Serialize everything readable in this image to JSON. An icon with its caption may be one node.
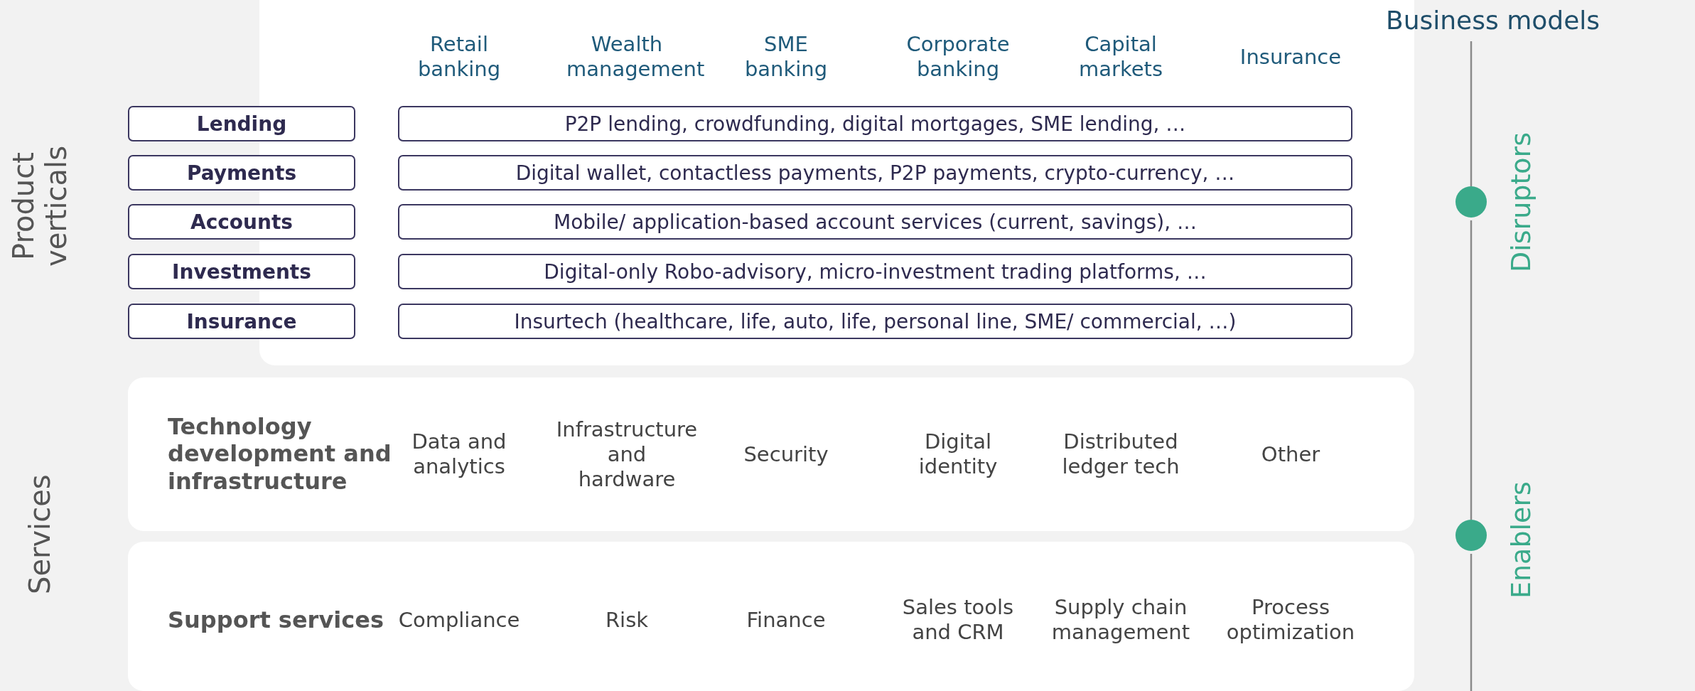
{
  "diagram": {
    "nodes": [
      {
        "text": [
          "Retail banking",
          "Wealth management",
          "SME banking",
          "Corporate banking",
          "Capital markets",
          "Insurance"
        ]
      },
      {
        "text": [
          "Lending"
        ]
      },
      {
        "text": [
          "P2P lending, crowdfunding, digital mortgages, SME lending, …"
        ],
        "in": 0
      },
      {
        "text": [
          "Payments"
        ]
      },
      {
        "text": [
          "Digital wallet, contactless payments, P2P payments, crypto-currency, …"
        ],
        "in": 0
      },
      {
        "text": [
          "Accounts"
        ]
      },
      {
        "text": [
          "Mobile/ application-based account services (current, savings), …"
        ],
        "in": 0
      },
      {
        "text": [
          "Investments"
        ]
      },
      {
        "text": [
          "Digital-only Robo-advisory, micro-investment trading platforms, …"
        ],
        "in": 0
      },
      {
        "text": [
          "Insurance"
        ]
      },
      {
        "text": [
          "Insurtech (healthcare, life, auto, life, personal line, SME/ commercial, …)"
        ],
        "in": 0
      },
      {
        "text": [
          "Technology development and infrastructure",
          "Data and analytics",
          "Infrastructure and hardware",
          "Security",
          "Digital identity",
          "Distributed ledger tech",
          "Other"
        ]
      },
      {
        "text": [
          "Support services",
          "Compliance",
          "Risk",
          "Finance",
          "Sales tools and CRM",
          "Supply chain management",
          "Process optimization"
        ]
      },
      {
        "text": [
          "Business models"
        ]
      },
      {
        "text": [],
        "shape": "circle",
        "beside": [
          "Disruptors"
        ]
      },
      {
        "text": [],
        "shape": "circle",
        "beside": [
          "Enablers"
        ]
      }
    ],
    "edges": [
      {
        "from": 13,
        "to": 14,
        "arrow": "none"
      },
      {
        "from": 14,
        "to": 15,
        "arrow": "none"
      },
      {
        "from": 15,
        "to": null,
        "arrow": "none"
      }
    ],
    "labels": [
      "Product verticals",
      "Services"
    ]
  }
}
